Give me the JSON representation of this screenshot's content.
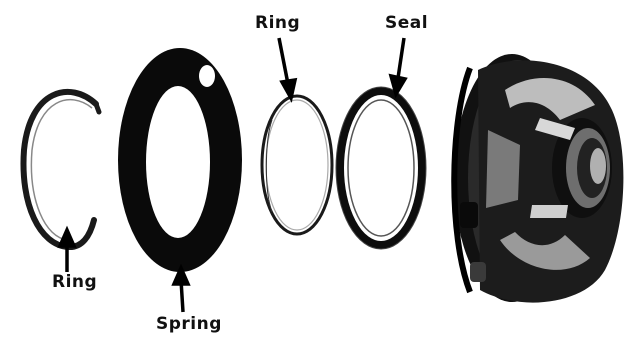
{
  "labels": {
    "ring_left": "Ring",
    "spring": "Spring",
    "ring_top": "Ring",
    "seal": "Seal"
  },
  "parts": [
    {
      "name": "Ring"
    },
    {
      "name": "Spring"
    },
    {
      "name": "Ring"
    },
    {
      "name": "Seal"
    }
  ],
  "colors": {
    "ink": "#111111",
    "background": "#ffffff"
  }
}
